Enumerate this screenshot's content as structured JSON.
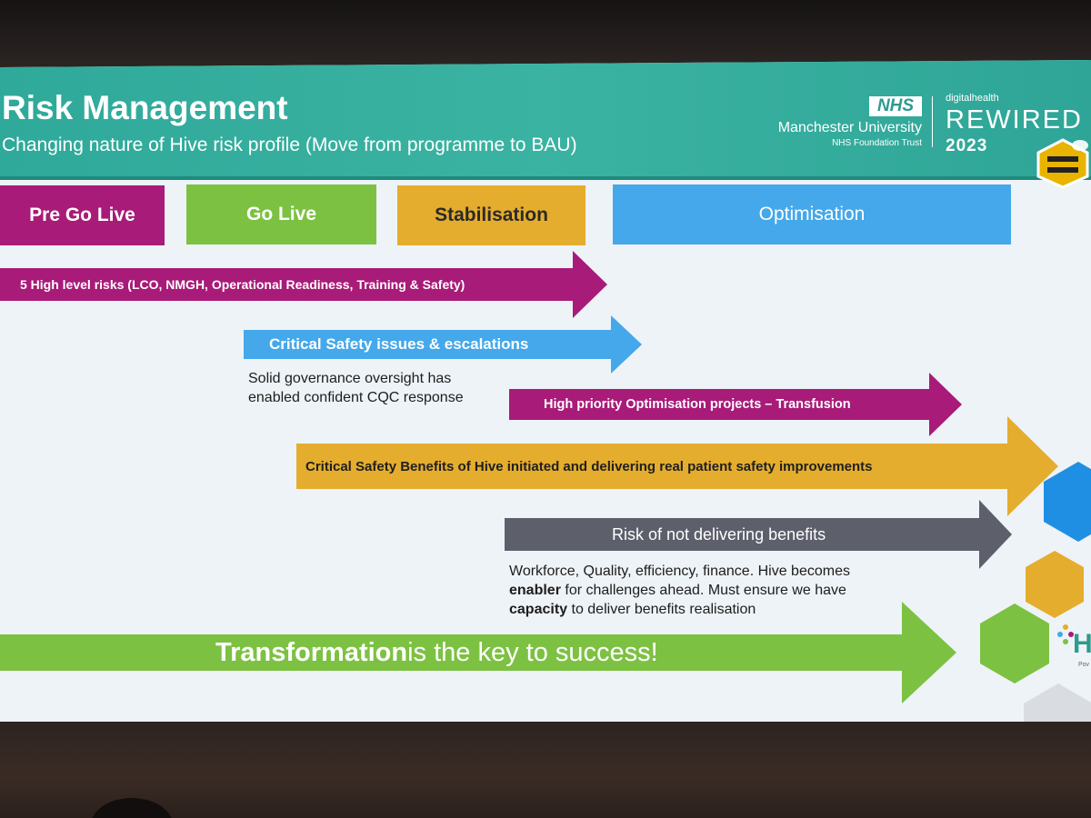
{
  "slide": {
    "title": "Risk Management",
    "subtitle": "Changing nature of Hive risk profile (Move from programme to BAU)"
  },
  "logos": {
    "nhs_badge": "NHS",
    "nhs_trust_line1": "Manchester University",
    "nhs_trust_line2": "NHS Foundation Trust",
    "rewired_kicker": "digitalhealth",
    "rewired_word": "REWIRED",
    "rewired_year": "2023",
    "hive_letter": "H",
    "hive_tagline": "Pov"
  },
  "phases": [
    {
      "label": "Pre Go Live",
      "color": "#a81b78"
    },
    {
      "label": "Go Live",
      "color": "#7dc142"
    },
    {
      "label": "Stabilisation",
      "color": "#e5ad2e"
    },
    {
      "label": "Optimisation",
      "color": "#44a8ea"
    }
  ],
  "arrows": {
    "high_level_risks": {
      "label": "5 High level risks (LCO, NMGH, Operational Readiness, Training & Safety)",
      "color": "#a81b78"
    },
    "critical_safety_issues": {
      "label": "Critical Safety issues & escalations",
      "color": "#44a8ea"
    },
    "optimisation_projects": {
      "label": "High priority Optimisation projects – Transfusion",
      "color": "#a81b78"
    },
    "safety_benefits": {
      "label": "Critical Safety Benefits of Hive initiated and delivering real patient safety improvements",
      "color": "#e5ad2e"
    },
    "risk_not_delivering": {
      "label": "Risk of not delivering benefits",
      "color": "#5d5f6b"
    },
    "transformation": {
      "bold": "Transformation",
      "rest": " is the key to success!",
      "color": "#7dc142"
    }
  },
  "notes": {
    "governance": [
      "Solid governance oversight has",
      "enabled confident CQC response"
    ],
    "benefits": {
      "line1": "Workforce, Quality, efficiency, finance. Hive becomes",
      "line2_bold": "enabler",
      "line2_rest": " for challenges ahead. Must ensure we have",
      "line3_bold": "capacity",
      "line3_rest": " to deliver benefits realisation"
    }
  },
  "colors": {
    "header_teal": "#3bb3a2",
    "slide_background": "#eef3f7"
  }
}
